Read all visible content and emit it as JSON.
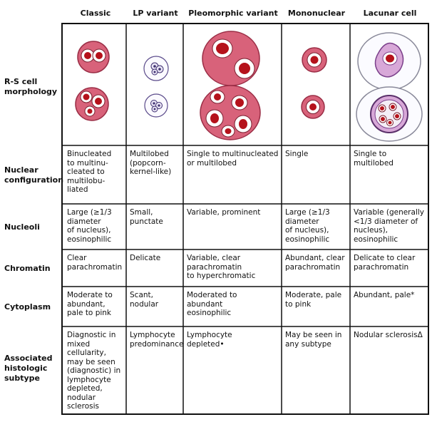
{
  "columns": [
    "Classic",
    "LP variant",
    "Pleomorphic variant",
    "Mononuclear",
    "Lacunar cell"
  ],
  "rows": [
    {
      "label": "R-S cell\nmorphology",
      "cells": [
        "",
        "",
        "",
        "",
        ""
      ]
    },
    {
      "label": "Nuclear\nconfiguration",
      "cells": [
        "Binucleated\nto multinu-\ncleated to\nmultilobu-\nliated",
        "Multilobed\n(popcorn-\nkernel-like)",
        "Single to multinucleated\nor multilobed",
        "Single",
        "Single to\nmultilobed"
      ]
    },
    {
      "label": "Nucleoli",
      "cells": [
        "Large (≥1/3\ndiameter\nof nucleus),\neosinophilic",
        "Small,\npunctate",
        "Variable, prominent",
        "Large (≥1/3\ndiameter\nof nucleus),\neosinophilic",
        "Variable (generally\n<1/3 diameter of\nnucleus),\neosinophilic"
      ]
    },
    {
      "label": "Chromatin",
      "cells": [
        "Clear\nparachromatin",
        "Delicate",
        "Variable, clear\nparachromatin\nto hyperchromatic",
        "Abundant, clear\nparachromatin",
        "Delicate to clear\nparachromatin"
      ]
    },
    {
      "label": "Cytoplasm",
      "cells": [
        "Moderate to\nabundant,\npale to pink",
        "Scant,\nnodular",
        "Moderated to\nabundant\neosinophilic",
        "Moderate, pale\nto pink",
        "Abundant, pale*"
      ]
    },
    {
      "label": "Associated\nhistologic\nsubtype",
      "cells": [
        "Diagnostic in\nmixed\ncellularity,\nmay be seen\n(diagnostic) in\nlymphocyte\ndepleted,\nnodular\nsclerosis",
        "Lymphocyte\npredominance",
        "Lymphocyte\ndepleted•",
        "May be seen in\nany subtype",
        "Nodular sclerosisΔ"
      ]
    }
  ],
  "colors": {
    "border": "#111111",
    "cytoplasm_pink": "#d8627a",
    "nucleus_red": "#b5121b",
    "lp_purple": "#5a4a8a",
    "lacunar_purple": "#7a3f8a"
  }
}
